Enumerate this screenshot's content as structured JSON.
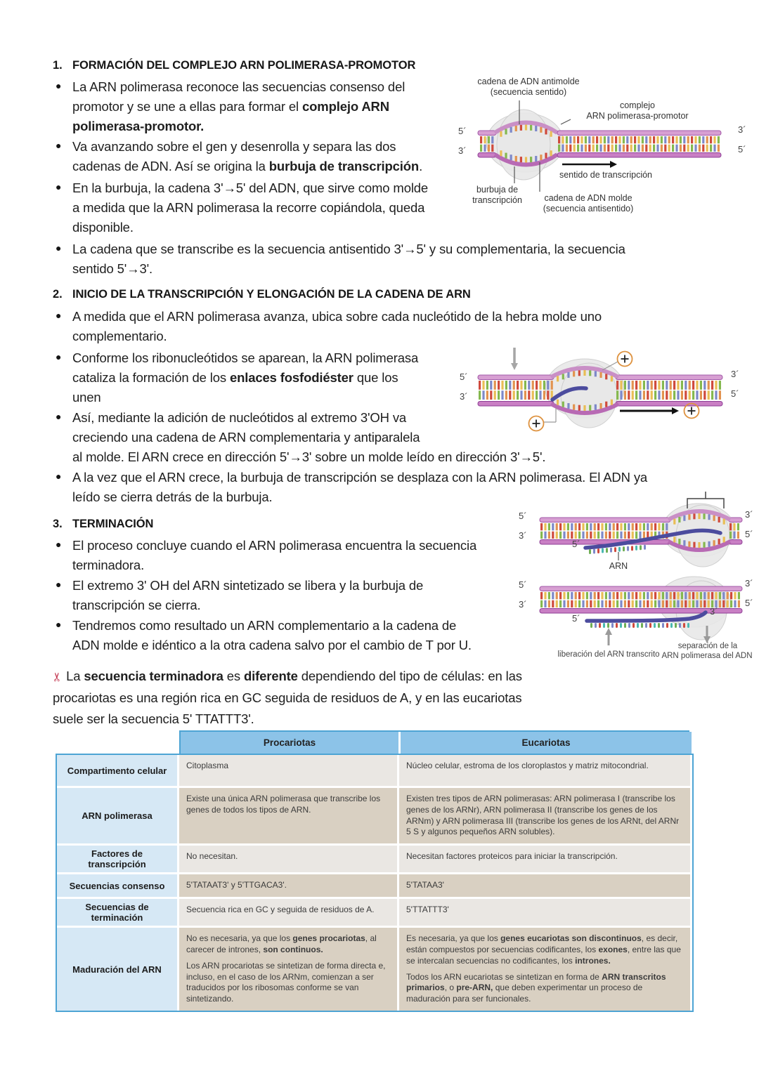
{
  "sections": [
    {
      "number": "1.",
      "heading": "FORMACIÓN DEL COMPLEJO ARN POLIMERASA-PROMOTOR",
      "bullets": [
        [
          {
            "t": "La ARN polimerasa reconoce las secuencias consenso del\npromotor y se une a ellas para formar el "
          },
          {
            "t": "complejo ARN\npolimerasa-promotor.",
            "b": true
          }
        ],
        [
          {
            "t": "Va avanzando sobre el gen y desenrolla y separa las dos\ncadenas de ADN. Así se origina la "
          },
          {
            "t": "burbuja de transcripción",
            "b": true
          },
          {
            "t": "."
          }
        ],
        [
          {
            "t": "En la burbuja, la cadena 3'→5' del ADN, que sirve como molde\na medida que la ARN polimerasa la recorre copiándola, queda\ndisponible."
          }
        ],
        [
          {
            "t": "La cadena que se transcribe es la secuencia antisentido 3'→5' y su complementaria, la secuencia\nsentido 5'→3'."
          }
        ]
      ]
    },
    {
      "number": "2.",
      "heading": "INICIO DE LA TRANSCRIPCIÓN Y ELONGACIÓN DE LA CADENA DE ARN",
      "bullets": [
        [
          {
            "t": "A medida que el ARN polimerasa avanza, ubica sobre cada nucleótido de la hebra molde uno\ncomplementario."
          }
        ],
        [
          {
            "t": "Conforme los ribonucleótidos se aparean, la ARN polimerasa\ncataliza la formación de los "
          },
          {
            "t": "enlaces fosfodiéster",
            "b": true
          },
          {
            "t": " que los\nunen"
          }
        ],
        [
          {
            "t": "Así, mediante la adición de nucleótidos al extremo 3'OH va\ncreciendo una cadena de ARN complementaria y antiparalela\nal molde. El ARN crece en dirección 5'→3' sobre un molde leído en dirección 3'→5'."
          }
        ],
        [
          {
            "t": "A la vez que el ARN crece, la burbuja de transcripción se desplaza con la ARN polimerasa. El ADN ya\nleído se cierra detrás de la burbuja."
          }
        ]
      ]
    },
    {
      "number": "3.",
      "heading": "TERMINACIÓN",
      "bullets": [
        [
          {
            "t": "El proceso concluye cuando el ARN polimerasa encuentra la secuencia\nterminadora."
          }
        ],
        [
          {
            "t": "El extremo 3' OH del ARN sintetizado se libera y la burbuja de\ntranscripción se cierra."
          }
        ],
        [
          {
            "t": "Tendremos como resultado un ARN complementario a la cadena de\nADN molde e idéntico a la otra cadena salvo por el cambio de T por U."
          }
        ]
      ]
    }
  ],
  "note": {
    "icon": "✂",
    "segments": [
      {
        "t": "La "
      },
      {
        "t": "secuencia terminadora",
        "b": true
      },
      {
        "t": " es "
      },
      {
        "t": "diferente",
        "b": true
      },
      {
        "t": " dependiendo del tipo de células: en las\nprocariotas es una región rica en GC seguida de residuos de A, y en las eucariotas\nsuele ser la secuencia 5' TTATTT3'."
      }
    ]
  },
  "figures": {
    "strands": {
      "five": "5´",
      "three": "3´"
    },
    "fig1": {
      "antimolde1": "cadena de ADN antimolde",
      "antimolde2": "(secuencia sentido)",
      "complejo1": "complejo",
      "complejo2": "ARN polimerasa-promotor",
      "sentido": "sentido de transcripción",
      "burbuja1": "burbuja de",
      "burbuja2": "transcripción",
      "molde1": "cadena de ADN molde",
      "molde2": "(secuencia antisentido)"
    },
    "fig3": {
      "arn": "ARN",
      "lib": "liberación del ARN transcrito",
      "sep1": "separación de la",
      "sep2": "ARN polimerasa del ADN"
    }
  },
  "table": {
    "headers": [
      "",
      "Procariotas",
      "Eucariotas"
    ],
    "rows": [
      {
        "label": "Compartimento celular",
        "pro": [
          [
            {
              "t": "Citoplasma"
            }
          ]
        ],
        "eu": [
          [
            {
              "t": "Núcleo celular, estroma de los cloroplastos y matriz mitocondrial."
            }
          ]
        ]
      },
      {
        "label": "ARN polimerasa",
        "pro": [
          [
            {
              "t": "Existe una única ARN polimerasa que transcribe los genes de todos los tipos de ARN."
            }
          ]
        ],
        "eu": [
          [
            {
              "t": "Existen tres tipos de ARN polimerasas: ARN polimerasa I (transcribe los genes de los ARNr), ARN polimerasa II (transcribe los genes de los ARNm) y ARN polimerasa III (transcribe los genes de los ARNt, del ARNr 5 S y algunos pequeños ARN solubles)."
            }
          ]
        ]
      },
      {
        "label": "Factores de transcripción",
        "pro": [
          [
            {
              "t": "No necesitan."
            }
          ]
        ],
        "eu": [
          [
            {
              "t": "Necesitan factores proteicos para iniciar la transcripción."
            }
          ]
        ]
      },
      {
        "label": "Secuencias consenso",
        "pro": [
          [
            {
              "t": "5'TATAAT3' y 5'TTGACA3'."
            }
          ]
        ],
        "eu": [
          [
            {
              "t": "5'TATAA3'"
            }
          ]
        ]
      },
      {
        "label": "Secuencias de terminación",
        "pro": [
          [
            {
              "t": "Secuencia rica en GC y seguida de residuos de A."
            }
          ]
        ],
        "eu": [
          [
            {
              "t": "5'TTATTT3'"
            }
          ]
        ]
      },
      {
        "label": "Maduración del ARN",
        "pro": [
          [
            {
              "t": "No es necesaria, ya que los "
            },
            {
              "t": "genes procariotas",
              "b": true
            },
            {
              "t": ", al carecer de intrones, "
            },
            {
              "t": "son continuos.",
              "b": true
            }
          ],
          [
            {
              "t": "Los ARN procariotas se sintetizan de forma directa e, incluso, en el caso de los ARNm, comienzan a ser traducidos por los ribosomas conforme se van sintetizando."
            }
          ]
        ],
        "eu": [
          [
            {
              "t": "Es necesaria, ya que los "
            },
            {
              "t": "genes eucariotas son discontinuos",
              "b": true
            },
            {
              "t": ", es decir, están compuestos por secuencias codificantes, los "
            },
            {
              "t": "exones",
              "b": true
            },
            {
              "t": ", entre las que se intercalan secuencias no codificantes, los "
            },
            {
              "t": "intrones.",
              "b": true
            }
          ],
          [
            {
              "t": "Todos los ARN eucariotas se sintetizan en forma de "
            },
            {
              "t": "ARN transcritos primarios",
              "b": true
            },
            {
              "t": ", o "
            },
            {
              "t": "pre-ARN,",
              "b": true
            },
            {
              "t": " que deben experimentar un proceso de maduración para ser funcionales."
            }
          ]
        ]
      }
    ]
  },
  "colors": {
    "table_header": "#8cc3e8",
    "table_border": "#4da4d4",
    "row_light": "#eae7e3",
    "row_tan": "#d9d0c2",
    "label_column": "#d6e8f5",
    "note_icon": "#c2334d",
    "rna_strand": "#4c4c9e",
    "backbone_pink": "#d79fd2"
  }
}
